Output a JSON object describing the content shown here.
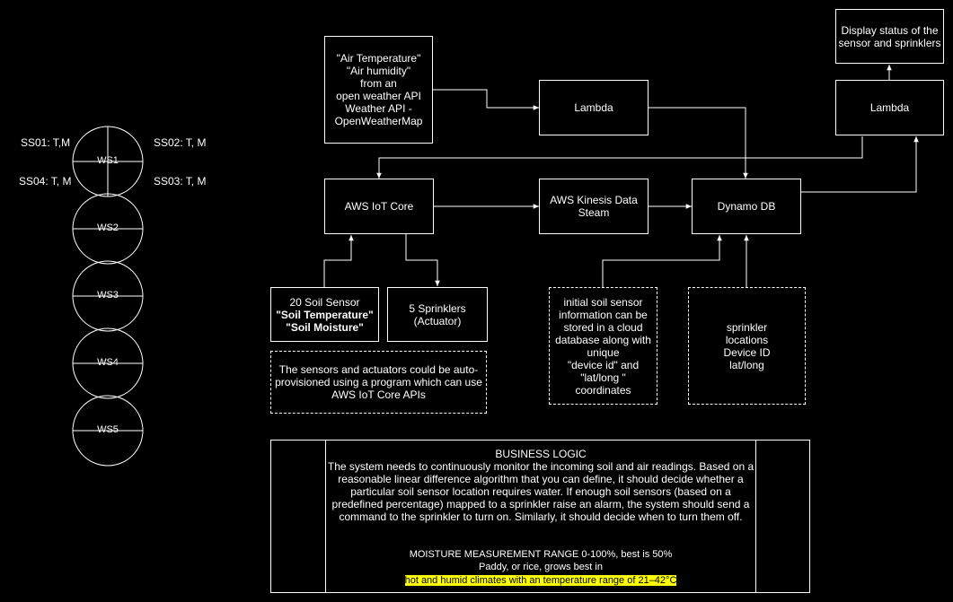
{
  "weather_input": [
    "\"Air Temperature\"",
    "\"Air humidity\"",
    "from an",
    "open weather API",
    "Weather API -",
    "OpenWeatherMap"
  ],
  "lambda_left": "Lambda",
  "lambda_right": "Lambda",
  "display_status": [
    "Display status of the",
    "sensor and sprinklers"
  ],
  "iot_core": "AWS IoT Core",
  "kinesis": [
    "AWS Kinesis Data",
    "Steam"
  ],
  "dynamo": "Dynamo DB",
  "soil_sensor": {
    "line1": "20 Soil Sensor",
    "line2": "\"Soil Temperature\"",
    "line3": "\"Soil Moisture\""
  },
  "sprinklers": [
    "5 Sprinklers",
    "(Actuator)"
  ],
  "provision_note": [
    "The sensors and actuators could be auto-",
    "provisioned using a program which can use",
    "AWS IoT Core APIs"
  ],
  "soil_db_note": [
    "initial soil sensor",
    "information can be",
    "stored in a cloud",
    "database along with",
    "unique",
    "\"device id\" and",
    "\"lat/long \"",
    "coordinates"
  ],
  "sprinkler_note": [
    "sprinkler",
    "locations",
    "Device ID",
    "lat/long"
  ],
  "weather_stations": [
    "WS1",
    "WS2",
    "WS3",
    "WS4",
    "WS5"
  ],
  "sensor_labels": {
    "ss01": "SS01: T,M",
    "ss02": "SS02: T, M",
    "ss03": "SS03: T, M",
    "ss04": "SS04: T, M"
  },
  "business_logic": {
    "title": "BUSINESS LOGIC",
    "body": "The system needs to continuously monitor the incoming soil and air readings. Based on a reasonable linear difference algorithm that you can define, it should decide whether a particular soil sensor location requires water. If enough soil sensors (based on a predefined percentage) mapped to a sprinkler raise an alarm, the system should send a command to the sprinkler to turn on. Similarly, it should decide when to turn them off.",
    "moisture": "MOISTURE MEASUREMENT RANGE  0-100%, best is 50%",
    "paddy": "Paddy, or rice, grows best in",
    "highlight": "hot and humid climates with an temperature range of 21–42°C"
  },
  "colors": {
    "background": "#000000",
    "line": "#ffffff",
    "highlight": "#ffff00"
  }
}
